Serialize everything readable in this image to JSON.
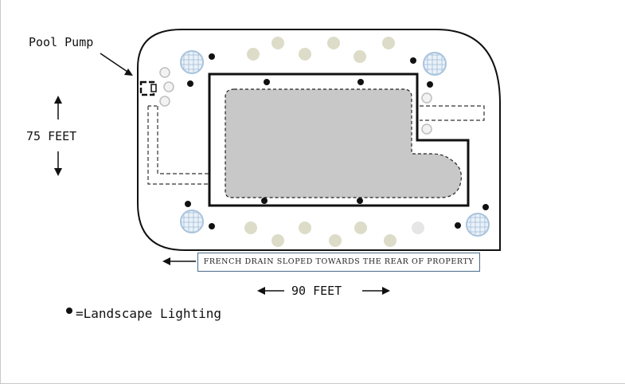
{
  "labels": {
    "pool_pump": "Pool Pump",
    "height": "75 FEET",
    "width": "90 FEET",
    "french_drain": "FRENCH DRAIN SLOPED TOWARDS THE REAR OF PROPERTY",
    "legend": "=Landscape Lighting"
  },
  "icons": {
    "landscape_light": "filled-black-dot",
    "large_shrub": "blue-starburst-shrub",
    "small_plant": "beige-circle-plant",
    "pump": "pump-symbol"
  },
  "colors": {
    "pool_fill": "#c8c8c8",
    "outline": "#111111",
    "large_shrub": "#a9c3dd",
    "small_plant": "#dcdcc8",
    "drain_box_border": "#4a6b8a"
  }
}
